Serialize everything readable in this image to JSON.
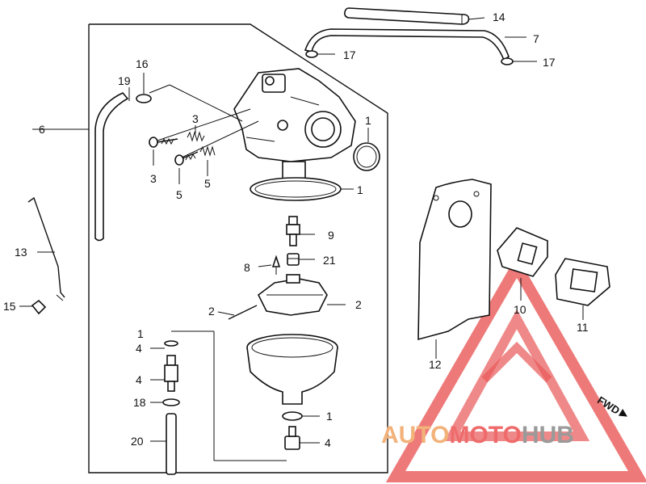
{
  "callouts": [
    {
      "id": "14",
      "name": "callout-14"
    },
    {
      "id": "7",
      "name": "callout-7"
    },
    {
      "id": "17",
      "name": "callout-17a"
    },
    {
      "id": "17",
      "name": "callout-17b"
    },
    {
      "id": "16",
      "name": "callout-16"
    },
    {
      "id": "19",
      "name": "callout-19"
    },
    {
      "id": "6",
      "name": "callout-6"
    },
    {
      "id": "3",
      "name": "callout-3a"
    },
    {
      "id": "3",
      "name": "callout-3b"
    },
    {
      "id": "5",
      "name": "callout-5a"
    },
    {
      "id": "5",
      "name": "callout-5b"
    },
    {
      "id": "1",
      "name": "callout-1a"
    },
    {
      "id": "1",
      "name": "callout-1b"
    },
    {
      "id": "9",
      "name": "callout-9"
    },
    {
      "id": "21",
      "name": "callout-21"
    },
    {
      "id": "8",
      "name": "callout-8"
    },
    {
      "id": "13",
      "name": "callout-13"
    },
    {
      "id": "15",
      "name": "callout-15"
    },
    {
      "id": "2",
      "name": "callout-2a"
    },
    {
      "id": "2",
      "name": "callout-2b"
    },
    {
      "id": "1",
      "name": "callout-1c"
    },
    {
      "id": "4",
      "name": "callout-4a"
    },
    {
      "id": "4",
      "name": "callout-4b"
    },
    {
      "id": "18",
      "name": "callout-18"
    },
    {
      "id": "1",
      "name": "callout-1d"
    },
    {
      "id": "20",
      "name": "callout-20"
    },
    {
      "id": "4",
      "name": "callout-4c"
    },
    {
      "id": "10",
      "name": "callout-10"
    },
    {
      "id": "11",
      "name": "callout-11"
    },
    {
      "id": "12",
      "name": "callout-12"
    }
  ],
  "direction_label": "FWD",
  "watermark": {
    "part1": "AUTO",
    "part2": "MOTO",
    "part3": "HUB",
    "color1": "#f2b27a",
    "color2": "#ef6b6b",
    "color3": "#9a9a9a",
    "logo_color": "#e63b3b"
  }
}
